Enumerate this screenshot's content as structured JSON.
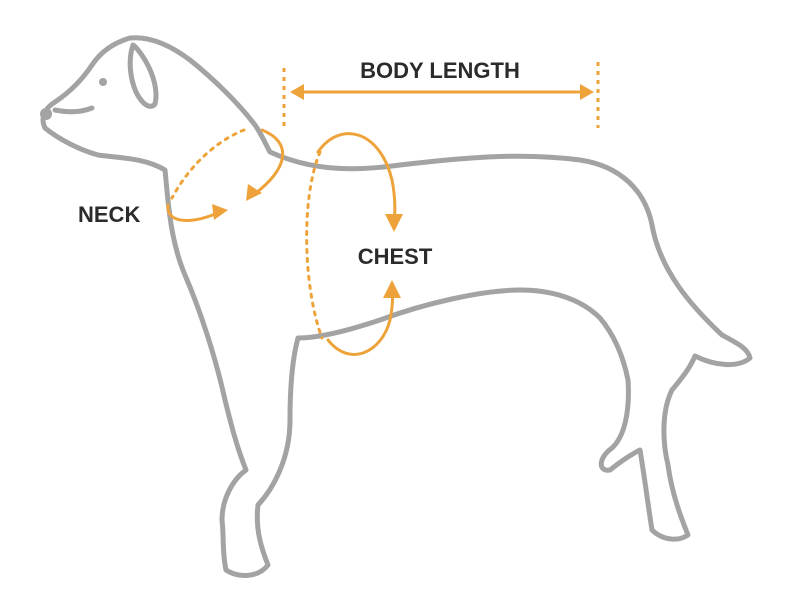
{
  "labels": {
    "body_length": "BODY LENGTH",
    "neck": "NECK",
    "chest": "CHEST"
  },
  "colors": {
    "outline": "#a3a3a3",
    "accent": "#eda33a",
    "text": "#2b2b2b",
    "background": "#ffffff"
  }
}
